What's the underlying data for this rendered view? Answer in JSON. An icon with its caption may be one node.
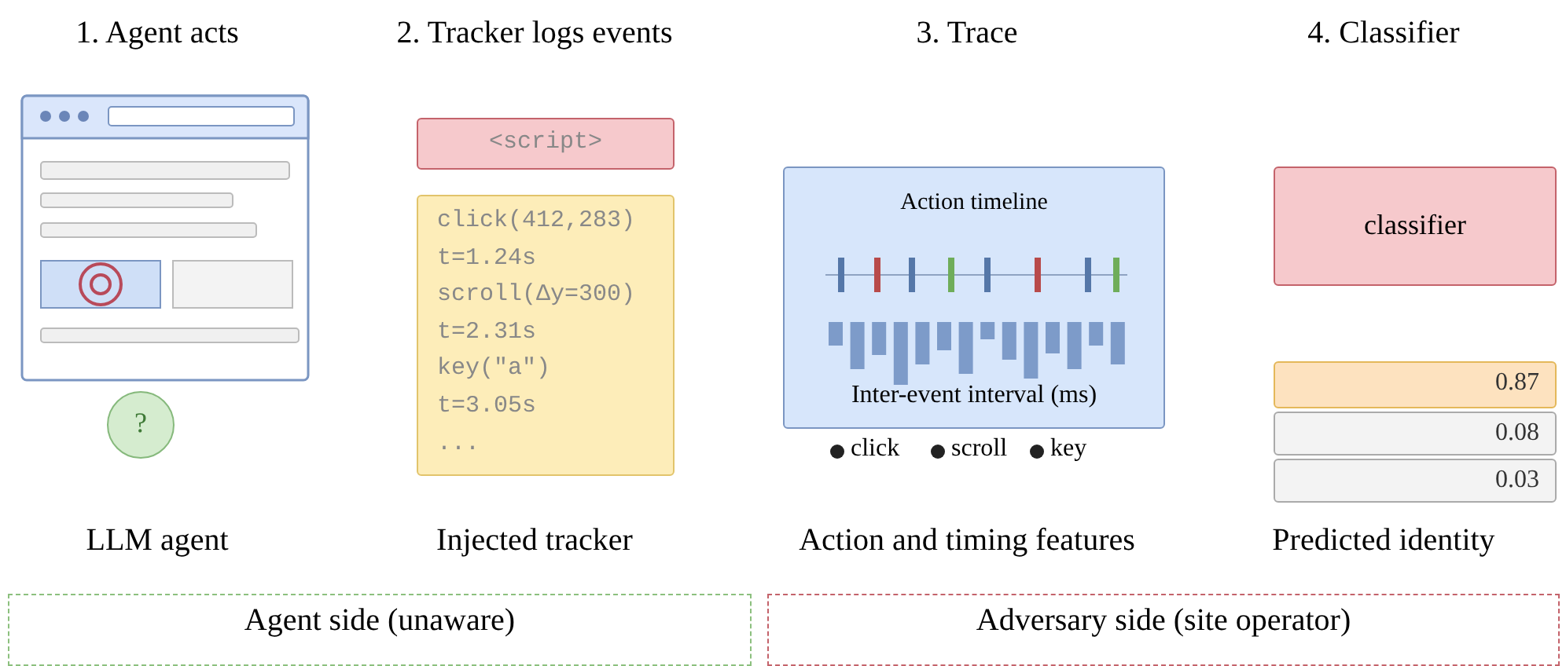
{
  "diagram": {
    "nodes": [
      {
        "text": [
          "?"
        ]
      },
      {
        "text": [
          "<script>"
        ]
      },
      {
        "text": [
          "click(412,283)",
          "t=1.24s",
          "scroll(Δy=300)",
          "t=2.31s",
          "key(\"a\")",
          "t=3.05s",
          "..."
        ]
      },
      {
        "text": [
          "Action timeline",
          "Inter-event interval (ms)"
        ]
      },
      {
        "text": [
          "classifier"
        ]
      },
      {
        "text": [
          "0.87"
        ]
      },
      {
        "text": [
          "0.08"
        ]
      },
      {
        "text": [
          "0.03"
        ]
      },
      {
        "text": [
          "Agent side (unaware)"
        ]
      },
      {
        "text": [
          "Adversary side (site operator)"
        ]
      }
    ],
    "edges": [],
    "labels": [
      "1. Agent acts",
      "2. Tracker logs events",
      "3. Trace",
      "4. Classifier",
      "LLM agent",
      "Injected tracker",
      "Action and timing features",
      "Predicted identity"
    ],
    "legend": [
      {
        "text": "click"
      },
      {
        "text": "scroll"
      },
      {
        "text": "key"
      }
    ]
  }
}
